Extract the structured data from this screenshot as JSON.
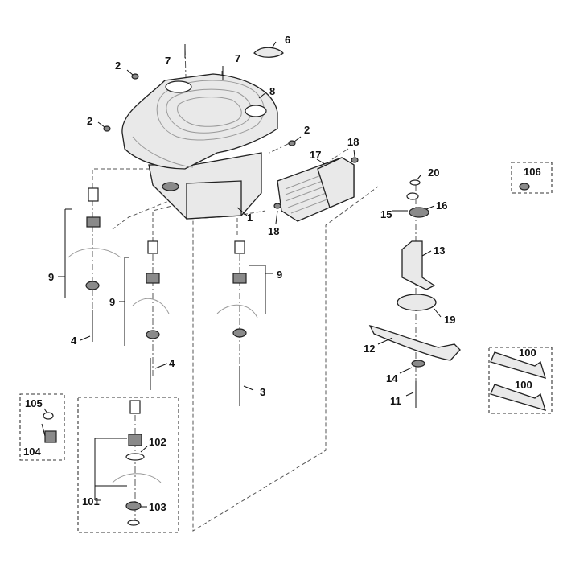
{
  "labels": {
    "p1": "1",
    "p2a": "2",
    "p2b": "2",
    "p2c": "2",
    "p3": "3",
    "p4a": "4",
    "p4b": "4",
    "p6": "6",
    "p7a": "7",
    "p7b": "7",
    "p8": "8",
    "p9a": "9",
    "p9b": "9",
    "p9c": "9",
    "p11": "11",
    "p12": "12",
    "p13": "13",
    "p14": "14",
    "p15": "15",
    "p16": "16",
    "p17": "17",
    "p18a": "18",
    "p18b": "18",
    "p19": "19",
    "p20": "20",
    "p100a": "100",
    "p100b": "100",
    "p101": "101",
    "p102": "102",
    "p103": "103",
    "p104": "104",
    "p105": "105",
    "p106": "106"
  }
}
